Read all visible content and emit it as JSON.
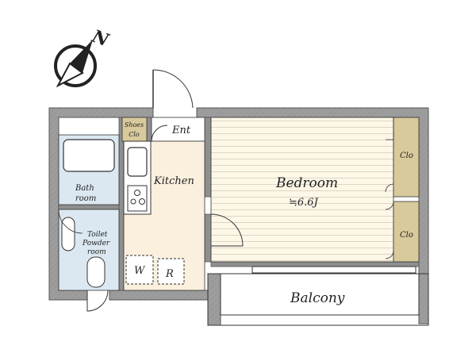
{
  "compass": {
    "letter": "N",
    "icon": "north-compass-icon"
  },
  "rooms": {
    "entrance": "Ent",
    "shoes_closet": [
      "Shoes",
      "Clo"
    ],
    "kitchen": "Kitchen",
    "bath": [
      "Bath",
      "room"
    ],
    "toilet": [
      "Toilet",
      "Powder",
      "room"
    ],
    "bedroom": "Bedroom",
    "bedroom_area": "≒6.6J",
    "closet_top": "Clo",
    "closet_bottom": "Clo",
    "balcony": "Balcony",
    "washer": "W",
    "fridge": "R"
  },
  "colors": {
    "wall": "#9a9a9a",
    "wall_edge": "#555555",
    "bath_fill": "#dbe8f1",
    "kitchen_fill": "#fbf0dd",
    "bedroom_fill": "#fdf7e8",
    "closet_fill": "#d8ca9c",
    "stripe": "#dcd6c4"
  }
}
